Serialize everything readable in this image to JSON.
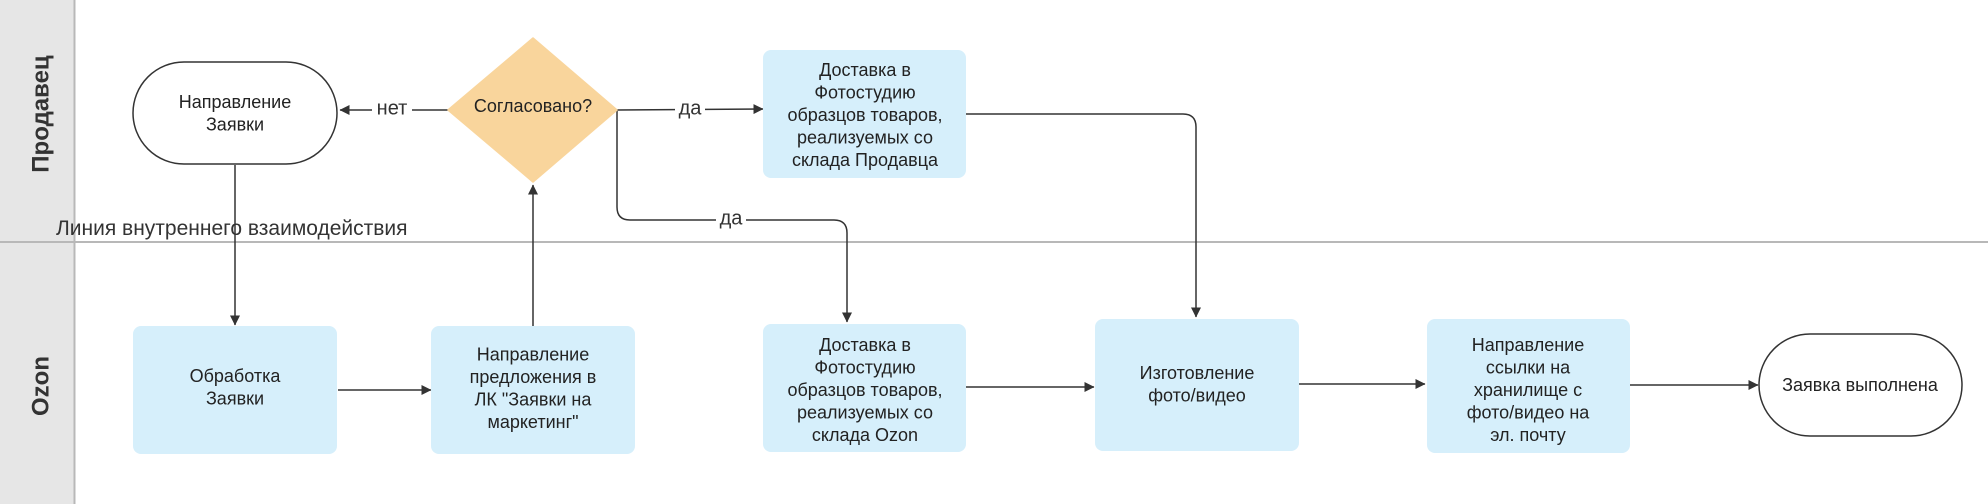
{
  "colors": {
    "lane_header": "#e6e6e6",
    "lane_divider": "#b8b8b8",
    "process_fill": "#d6effb",
    "decision_fill": "#f9d59c",
    "terminal_fill": "#ffffff",
    "stroke": "#333333",
    "text": "#222222"
  },
  "lanes": {
    "seller": "Продавец",
    "ozon": "Ozon"
  },
  "boundary_label": "Линия внутреннего взаимодействия",
  "nodes": {
    "seller_request": {
      "lines": [
        "Направление",
        "Заявки"
      ]
    },
    "decision": {
      "lines": [
        "Согласовано?"
      ]
    },
    "seller_delivery": {
      "lines": [
        "Доставка в",
        "Фотостудию",
        "образцов товаров,",
        "реализуемых со",
        "склада Продавца"
      ]
    },
    "processing": {
      "lines": [
        "Обработка",
        "Заявки"
      ]
    },
    "proposal": {
      "lines": [
        "Направление",
        "предложения в",
        "ЛК \"Заявки на",
        "маркетинг\""
      ]
    },
    "ozon_delivery": {
      "lines": [
        "Доставка в",
        "Фотостудию",
        "образцов товаров,",
        "реализуемых со",
        "склада Ozon"
      ]
    },
    "production": {
      "lines": [
        "Изготовление",
        "фото/видео"
      ]
    },
    "send_link": {
      "lines": [
        "Направление",
        "ссылки на",
        "хранилище с",
        "фото/видео на",
        "эл. почту"
      ]
    },
    "done": {
      "lines": [
        "Заявка выполнена"
      ]
    }
  },
  "edge_labels": {
    "no": "нет",
    "yes_top": "да",
    "yes_bottom": "да"
  }
}
